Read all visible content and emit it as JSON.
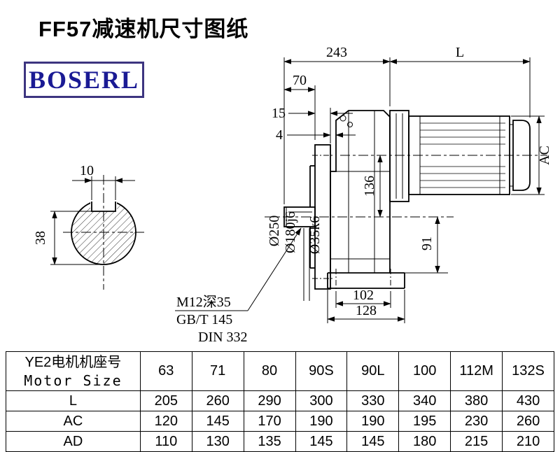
{
  "page": {
    "title": "FF57减速机尺寸图纸",
    "brand": "BOSERL"
  },
  "drawing": {
    "dims": {
      "overall_width": "243",
      "motor_length_label": "L",
      "shaft_length": "70",
      "flange_thickness": "15",
      "register_depth": "4",
      "motor_diameter_label": "AC",
      "center_height": "136",
      "flange_diameter": "Ø250",
      "register_diameter": "Ø180j6",
      "shaft_diameter": "Ø35k6",
      "axis_to_base": "91",
      "foot_hole_spacing": "102",
      "foot_width": "128",
      "keyway_width": "10",
      "shaft_key_height": "38"
    },
    "notes": {
      "tapped_hole": "M12深35",
      "standard_gb": "GB/T 145",
      "standard_din": "DIN 332"
    }
  },
  "table": {
    "row_header": {
      "line1": "YE2电机机座号",
      "line2": "Motor Size"
    },
    "motor_sizes": [
      "63",
      "71",
      "80",
      "90S",
      "90L",
      "100",
      "112M",
      "132S"
    ],
    "rows": [
      {
        "label": "L",
        "values": [
          "205",
          "260",
          "290",
          "300",
          "330",
          "340",
          "380",
          "430"
        ]
      },
      {
        "label": "AC",
        "values": [
          "120",
          "145",
          "170",
          "190",
          "190",
          "195",
          "230",
          "260"
        ]
      },
      {
        "label": "AD",
        "values": [
          "110",
          "130",
          "135",
          "145",
          "145",
          "180",
          "215",
          "210"
        ]
      }
    ]
  }
}
